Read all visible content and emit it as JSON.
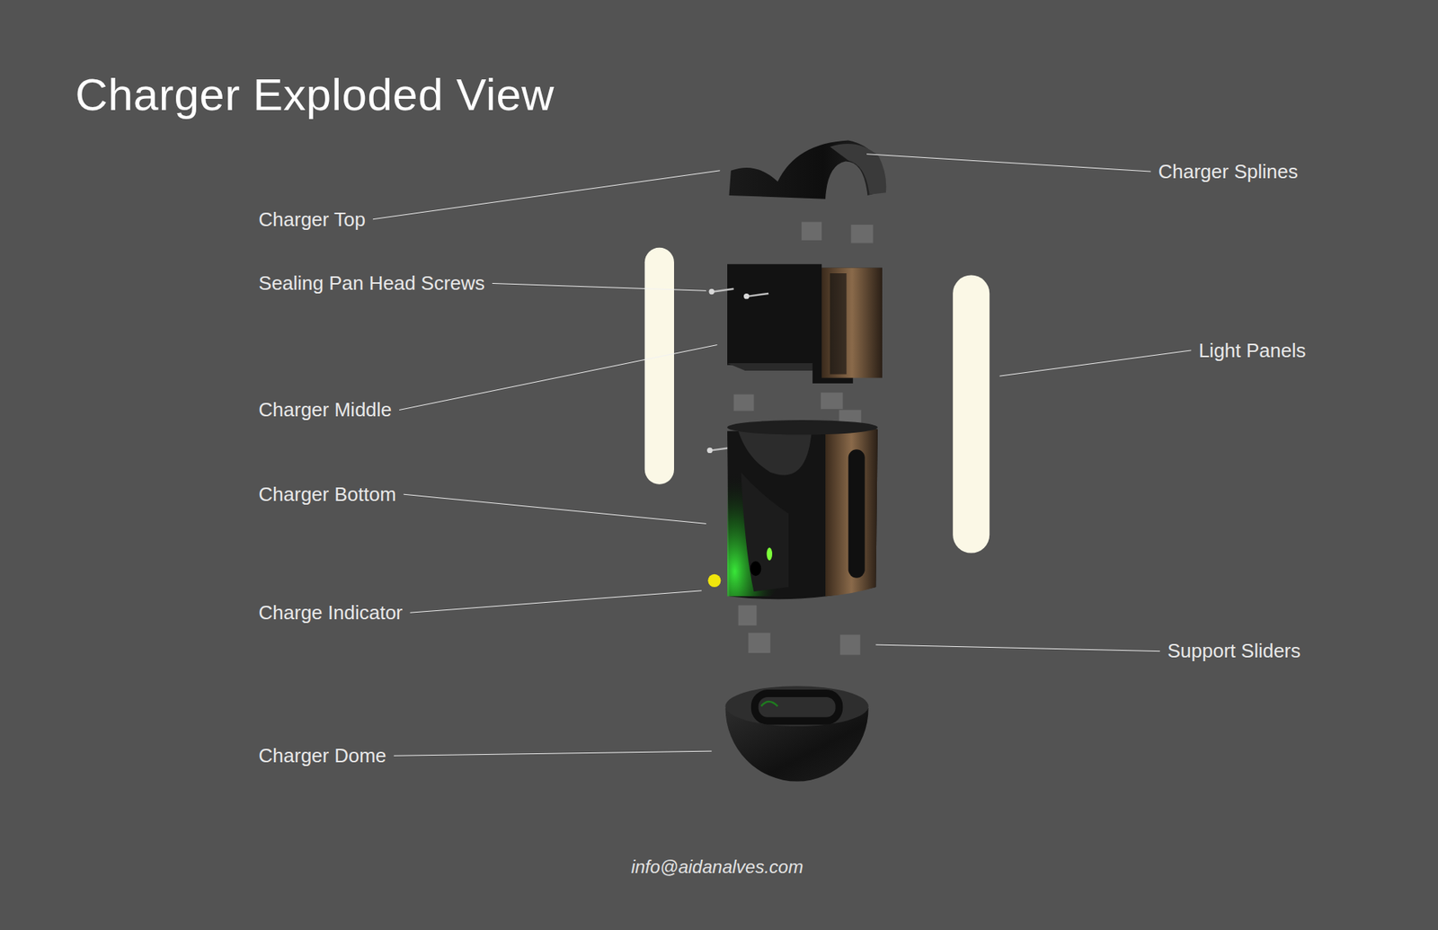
{
  "diagram": {
    "title": "Charger Exploded View",
    "caption": "info@aidanalves.com",
    "labels": [
      "Charger Splines",
      "Charger Top",
      "Sealing Pan Head Screws",
      "Light Panels",
      "Charger Middle",
      "Charger Bottom",
      "Charge Indicator",
      "Support Sliders",
      "Charger Dome"
    ]
  }
}
